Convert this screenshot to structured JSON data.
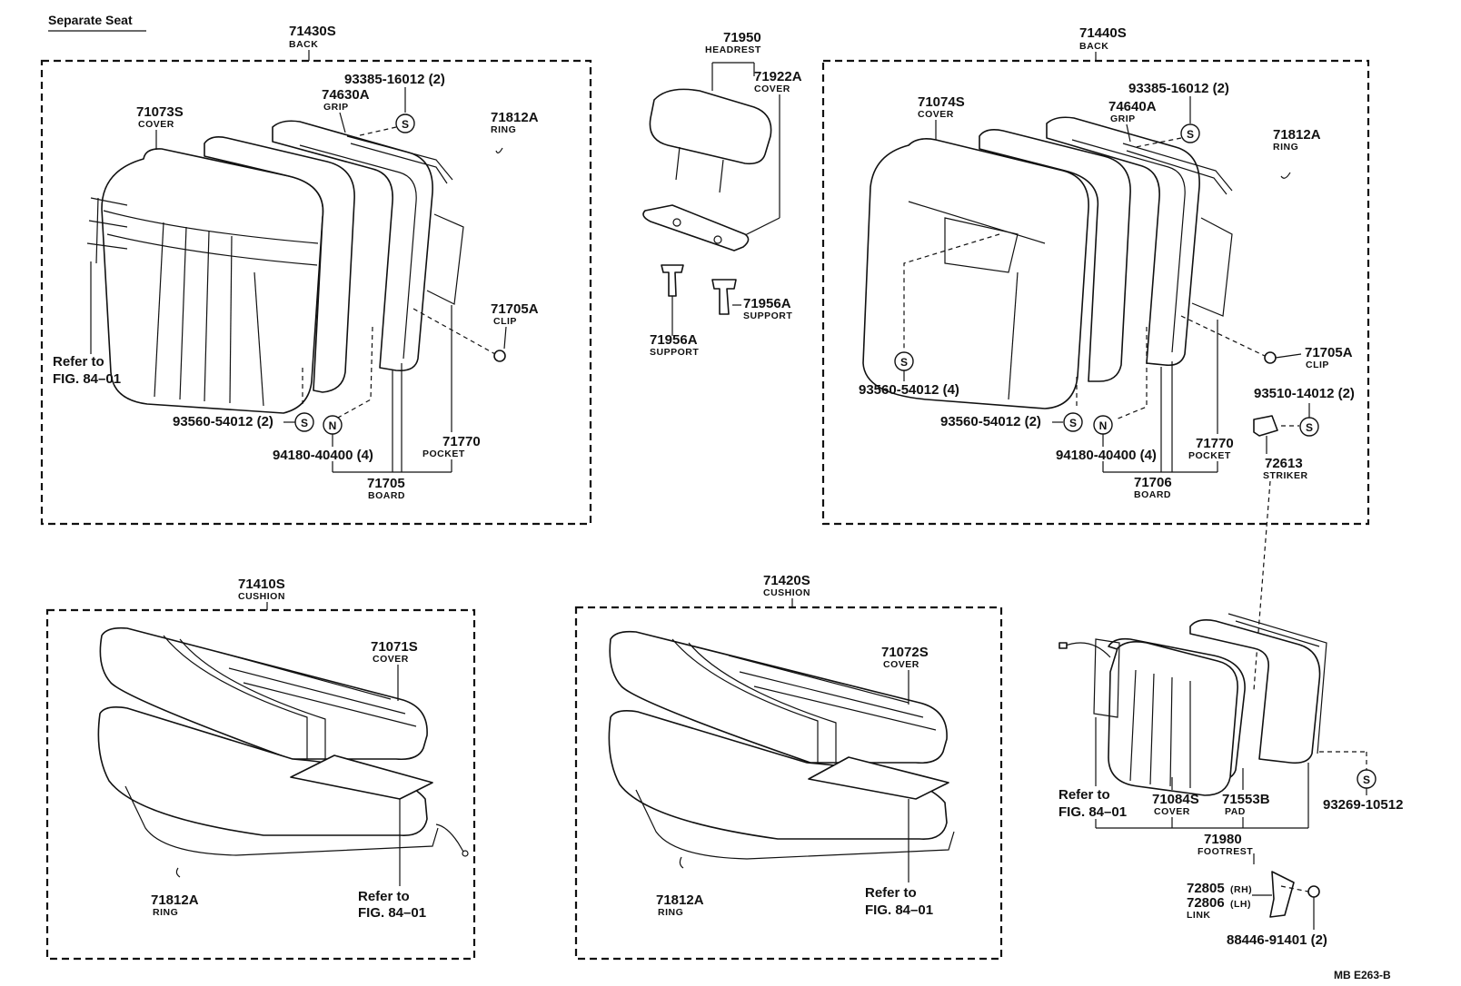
{
  "title": "Separate Seat",
  "drawing_code": "MB E263-B",
  "symbols": {
    "s": "S",
    "n": "N"
  },
  "back_left": {
    "assy_num": "71430S",
    "assy_name": "BACK",
    "cover_num": "71073S",
    "cover_name": "COVER",
    "grip_num": "74630A",
    "grip_name": "GRIP",
    "bolt": "93385-16012 (2)",
    "ring_num": "71812A",
    "ring_name": "RING",
    "clip_num": "71705A",
    "clip_name": "CLIP",
    "refer1": "Refer to",
    "refer2": "FIG. 84–01",
    "screw": "93560-54012 (2)",
    "nut": "94180-40400 (4)",
    "pocket_num": "71770",
    "pocket_name": "POCKET",
    "board_num": "71705",
    "board_name": "BOARD"
  },
  "headrest": {
    "num": "71950",
    "name": "HEADREST",
    "cover_num": "71922A",
    "cover_name": "COVER",
    "support1_num": "71956A",
    "support1_name": "SUPPORT",
    "support2_num": "71956A",
    "support2_name": "SUPPORT"
  },
  "back_right": {
    "assy_num": "71440S",
    "assy_name": "BACK",
    "cover_num": "71074S",
    "cover_name": "COVER",
    "grip_num": "74640A",
    "grip_name": "GRIP",
    "bolt": "93385-16012 (2)",
    "ring_num": "71812A",
    "ring_name": "RING",
    "clip_num": "71705A",
    "clip_name": "CLIP",
    "screw4": "93560-54012 (4)",
    "screw2": "93560-54012 (2)",
    "nut": "94180-40400 (4)",
    "pocket_num": "71770",
    "pocket_name": "POCKET",
    "board_num": "71706",
    "board_name": "BOARD",
    "striker_bolt": "93510-14012 (2)",
    "striker_num": "72613",
    "striker_name": "STRIKER"
  },
  "cushion_left": {
    "assy_num": "71410S",
    "assy_name": "CUSHION",
    "cover_num": "71071S",
    "cover_name": "COVER",
    "ring_num": "71812A",
    "ring_name": "RING",
    "refer1": "Refer to",
    "refer2": "FIG. 84–01"
  },
  "cushion_mid": {
    "assy_num": "71420S",
    "assy_name": "CUSHION",
    "cover_num": "71072S",
    "cover_name": "COVER",
    "ring_num": "71812A",
    "ring_name": "RING",
    "refer1": "Refer to",
    "refer2": "FIG. 84–01"
  },
  "footrest": {
    "refer1": "Refer to",
    "refer2": "FIG. 84–01",
    "cover_num": "71084S",
    "cover_name": "COVER",
    "pad_num": "71553B",
    "pad_name": "PAD",
    "screw": "93269-10512",
    "num": "71980",
    "name": "FOOTREST",
    "link_rh": "72805",
    "link_rh_tag": "(RH)",
    "link_lh": "72806",
    "link_lh_tag": "(LH)",
    "link_name": "LINK",
    "bolt": "88446-91401 (2)"
  }
}
